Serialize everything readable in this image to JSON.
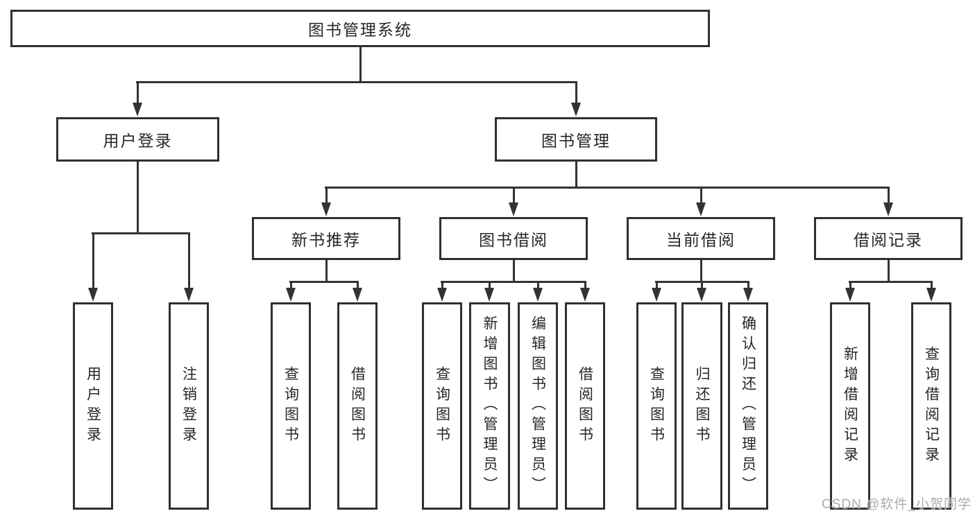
{
  "nodes": {
    "root": "图书管理系统",
    "user_login": "用户登录",
    "book_mgmt": "图书管理",
    "new_book_rec": "新书推荐",
    "book_borrow": "图书借阅",
    "current_borrow": "当前借阅",
    "borrow_record": "借阅记录",
    "leaf_user_login": "用户登录",
    "leaf_logout": "注销登录",
    "leaf_query_book_1": "查询图书",
    "leaf_borrow_book_1": "借阅图书",
    "leaf_query_book_2": "查询图书",
    "leaf_add_book": "新增图书（管理员）",
    "leaf_edit_book": "编辑图书（管理员）",
    "leaf_borrow_book_2": "借阅图书",
    "leaf_query_book_3": "查询图书",
    "leaf_return_book": "归还图书",
    "leaf_confirm_return": "确认归还（管理员）",
    "leaf_add_borrow_record": "新增借阅记录",
    "leaf_query_borrow_record": "查询借阅记录"
  },
  "watermark": "CSDN @软件_小贺同学",
  "colors": {
    "line": "#333333",
    "box_border": "#303030",
    "box_fill": "#ffffff",
    "text": "#262626",
    "watermark": "#ababab",
    "background": "#ffffff"
  }
}
